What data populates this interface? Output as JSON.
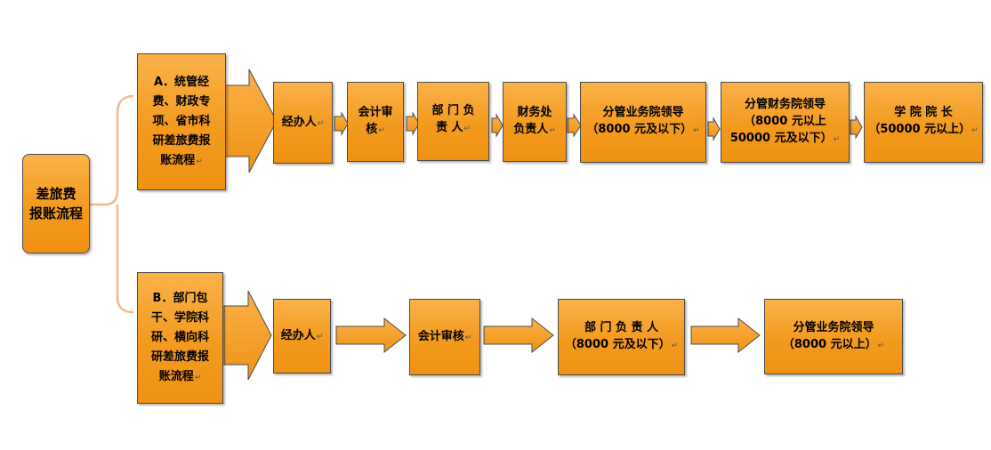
{
  "root": {
    "label": "差旅费\n报账流程"
  },
  "flow_a": {
    "title": "A．统管经\n费、财政专\n项、省市科\n研差旅费报\n账流程",
    "steps": [
      "经办人",
      "会计审\n核",
      "部 门 负\n责  人",
      "财务处\n负责人",
      "分管业务院领导\n（8000 元及以下）",
      "分管财务院领导\n（8000 元以上\n50000 元及以下）",
      "学 院 院 长\n（50000 元以上）"
    ]
  },
  "flow_b": {
    "title": "B．部门包\n干、学院科\n研、横向科\n研差旅费报\n账流程",
    "steps": [
      "经办人",
      "会计审核",
      "部 门 负 责 人\n（8000 元及以下）",
      "分管业务院领导\n（8000 元以上）"
    ]
  },
  "paragraph_mark": "↵",
  "colors": {
    "box_fill": "#f39a1e",
    "box_border": "#4a4a4a",
    "bracket": "#f2b98a"
  }
}
